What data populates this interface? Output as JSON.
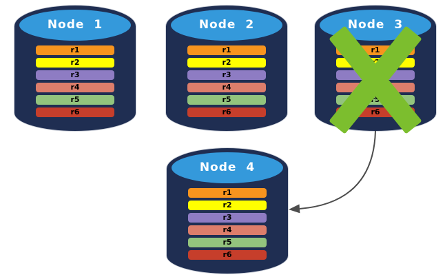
{
  "colors": {
    "background": "#FFFFFF",
    "cylinder_body": "#1F2E52",
    "cylinder_top": "#3499DB",
    "title_text": "#FFFFFF",
    "row_text": "#000000",
    "failure_x": "#7CBE2E",
    "arrow": "#4D4D4D"
  },
  "nodes": [
    {
      "id": "node-1",
      "title": "Node 1",
      "failed": false,
      "rows": [
        {
          "label": "r1",
          "color": "#F7941E"
        },
        {
          "label": "r2",
          "color": "#FFFF00"
        },
        {
          "label": "r3",
          "color": "#8E7CC3"
        },
        {
          "label": "r4",
          "color": "#DD7E6B"
        },
        {
          "label": "r5",
          "color": "#93C47D"
        },
        {
          "label": "r6",
          "color": "#C63E2B"
        }
      ]
    },
    {
      "id": "node-2",
      "title": "Node 2",
      "failed": false,
      "rows": [
        {
          "label": "r1",
          "color": "#F7941E"
        },
        {
          "label": "r2",
          "color": "#FFFF00"
        },
        {
          "label": "r3",
          "color": "#8E7CC3"
        },
        {
          "label": "r4",
          "color": "#DD7E6B"
        },
        {
          "label": "r5",
          "color": "#93C47D"
        },
        {
          "label": "r6",
          "color": "#C63E2B"
        }
      ]
    },
    {
      "id": "node-3",
      "title": "Node 3",
      "failed": true,
      "rows": [
        {
          "label": "r1",
          "color": "#F7941E"
        },
        {
          "label": "r2",
          "color": "#FFFF00"
        },
        {
          "label": "r3",
          "color": "#8E7CC3"
        },
        {
          "label": "r4",
          "color": "#DD7E6B"
        },
        {
          "label": "r5",
          "color": "#93C47D"
        },
        {
          "label": "r6",
          "color": "#C63E2B"
        }
      ]
    },
    {
      "id": "node-4",
      "title": "Node 4",
      "failed": false,
      "rows": [
        {
          "label": "r1",
          "color": "#F7941E"
        },
        {
          "label": "r2",
          "color": "#FFFF00"
        },
        {
          "label": "r3",
          "color": "#8E7CC3"
        },
        {
          "label": "r4",
          "color": "#DD7E6B"
        },
        {
          "label": "r5",
          "color": "#93C47D"
        },
        {
          "label": "r6",
          "color": "#C63E2B"
        }
      ]
    }
  ],
  "annotations": {
    "failure": {
      "node": "Node 3"
    },
    "transfer_arrow": {
      "from": "Node 3",
      "to": "Node 4"
    }
  }
}
